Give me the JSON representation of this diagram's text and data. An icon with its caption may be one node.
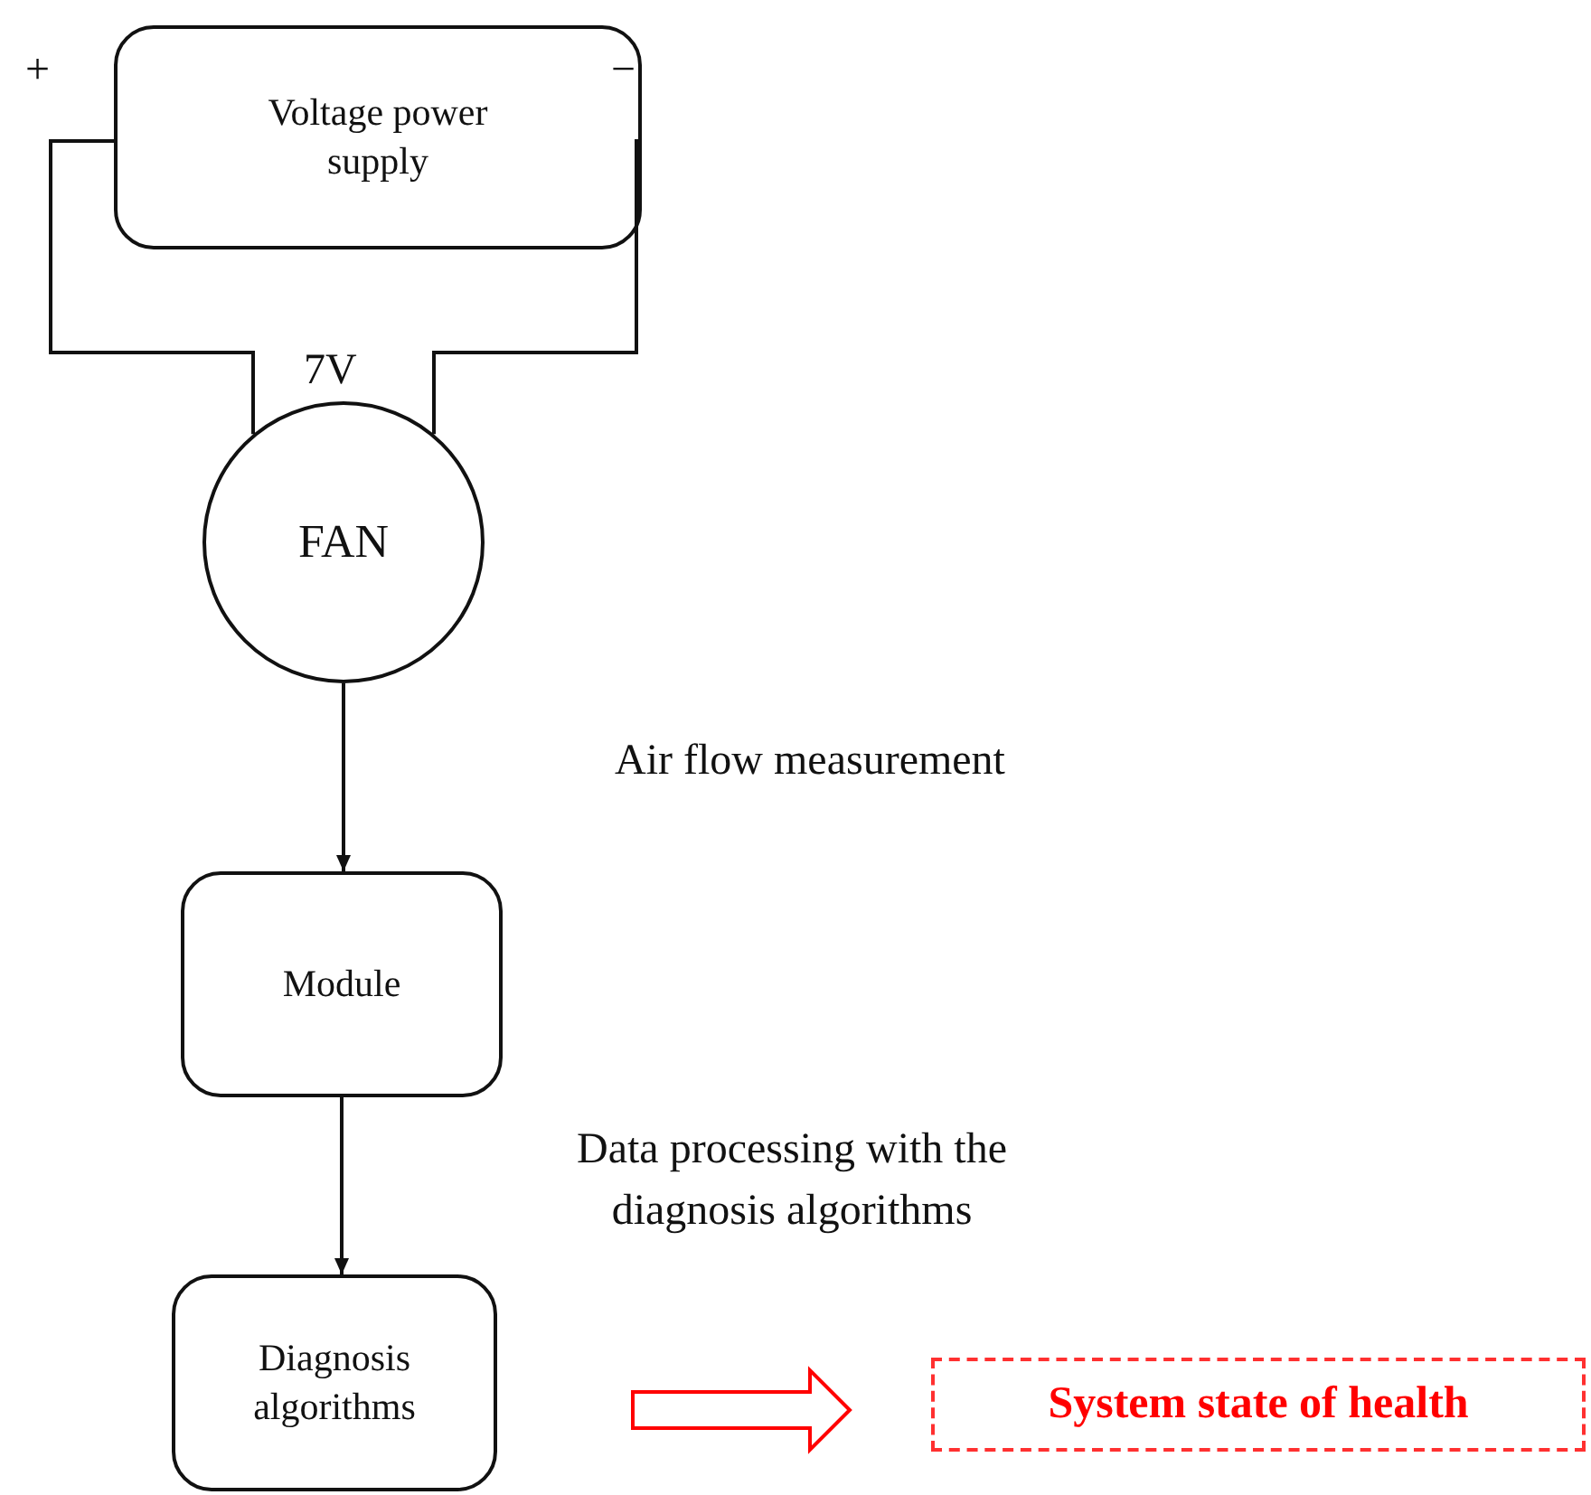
{
  "diagram": {
    "nodes": [
      {
        "text": [
          "Voltage power supply"
        ]
      },
      {
        "text": [
          "FAN"
        ]
      },
      {
        "text": [
          "Module"
        ]
      },
      {
        "text": [
          "Diagnosis algorithms"
        ]
      },
      {
        "text": [
          "System state of health"
        ]
      }
    ],
    "edges": [
      {
        "from": 0,
        "to": 1,
        "arrow": "none"
      },
      {
        "from": 0,
        "to": 1,
        "arrow": "none"
      },
      {
        "from": 1,
        "to": 2,
        "arrow": "to"
      },
      {
        "from": 2,
        "to": 3,
        "arrow": "to"
      },
      {
        "from": 3,
        "to": 4,
        "arrow": "to",
        "style": "thick",
        "color": "#ff0000"
      }
    ],
    "labels": [
      "+",
      "−",
      "7V",
      "Air flow measurement",
      "Data processing with the diagnosis algorithms"
    ]
  }
}
